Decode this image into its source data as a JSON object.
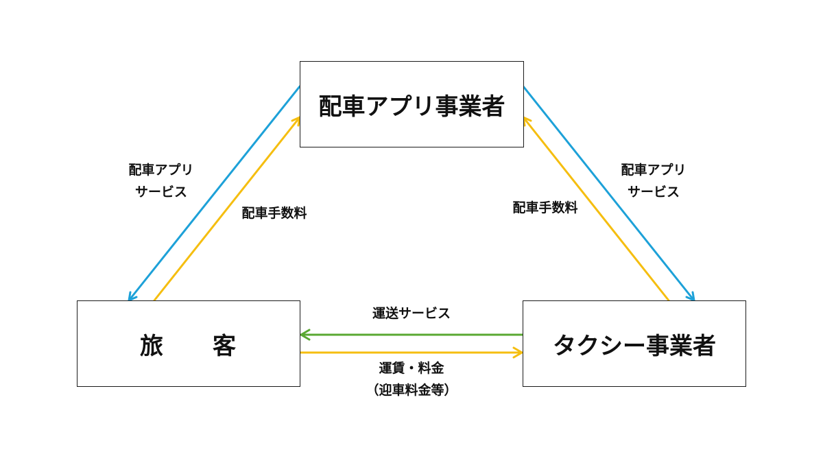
{
  "nodes": {
    "app_operator": "配車アプリ事業者",
    "passenger_left": "旅",
    "passenger_right": "客",
    "taxi_operator": "タクシー事業者"
  },
  "labels": {
    "left_service_line1": "配車アプリ",
    "left_service_line2": "サービス",
    "left_fee": "配車手数料",
    "right_fee": "配車手数料",
    "right_service_line1": "配車アプリ",
    "right_service_line2": "サービス",
    "transport_service": "運送サービス",
    "fare_line1": "運賃・料金",
    "fare_line2": "（迎車料金等）"
  },
  "colors": {
    "service_arrow": "#1da1d8",
    "fee_arrow": "#f5be10",
    "transport_arrow": "#5aa832",
    "box_border": "#1a1a1a"
  }
}
